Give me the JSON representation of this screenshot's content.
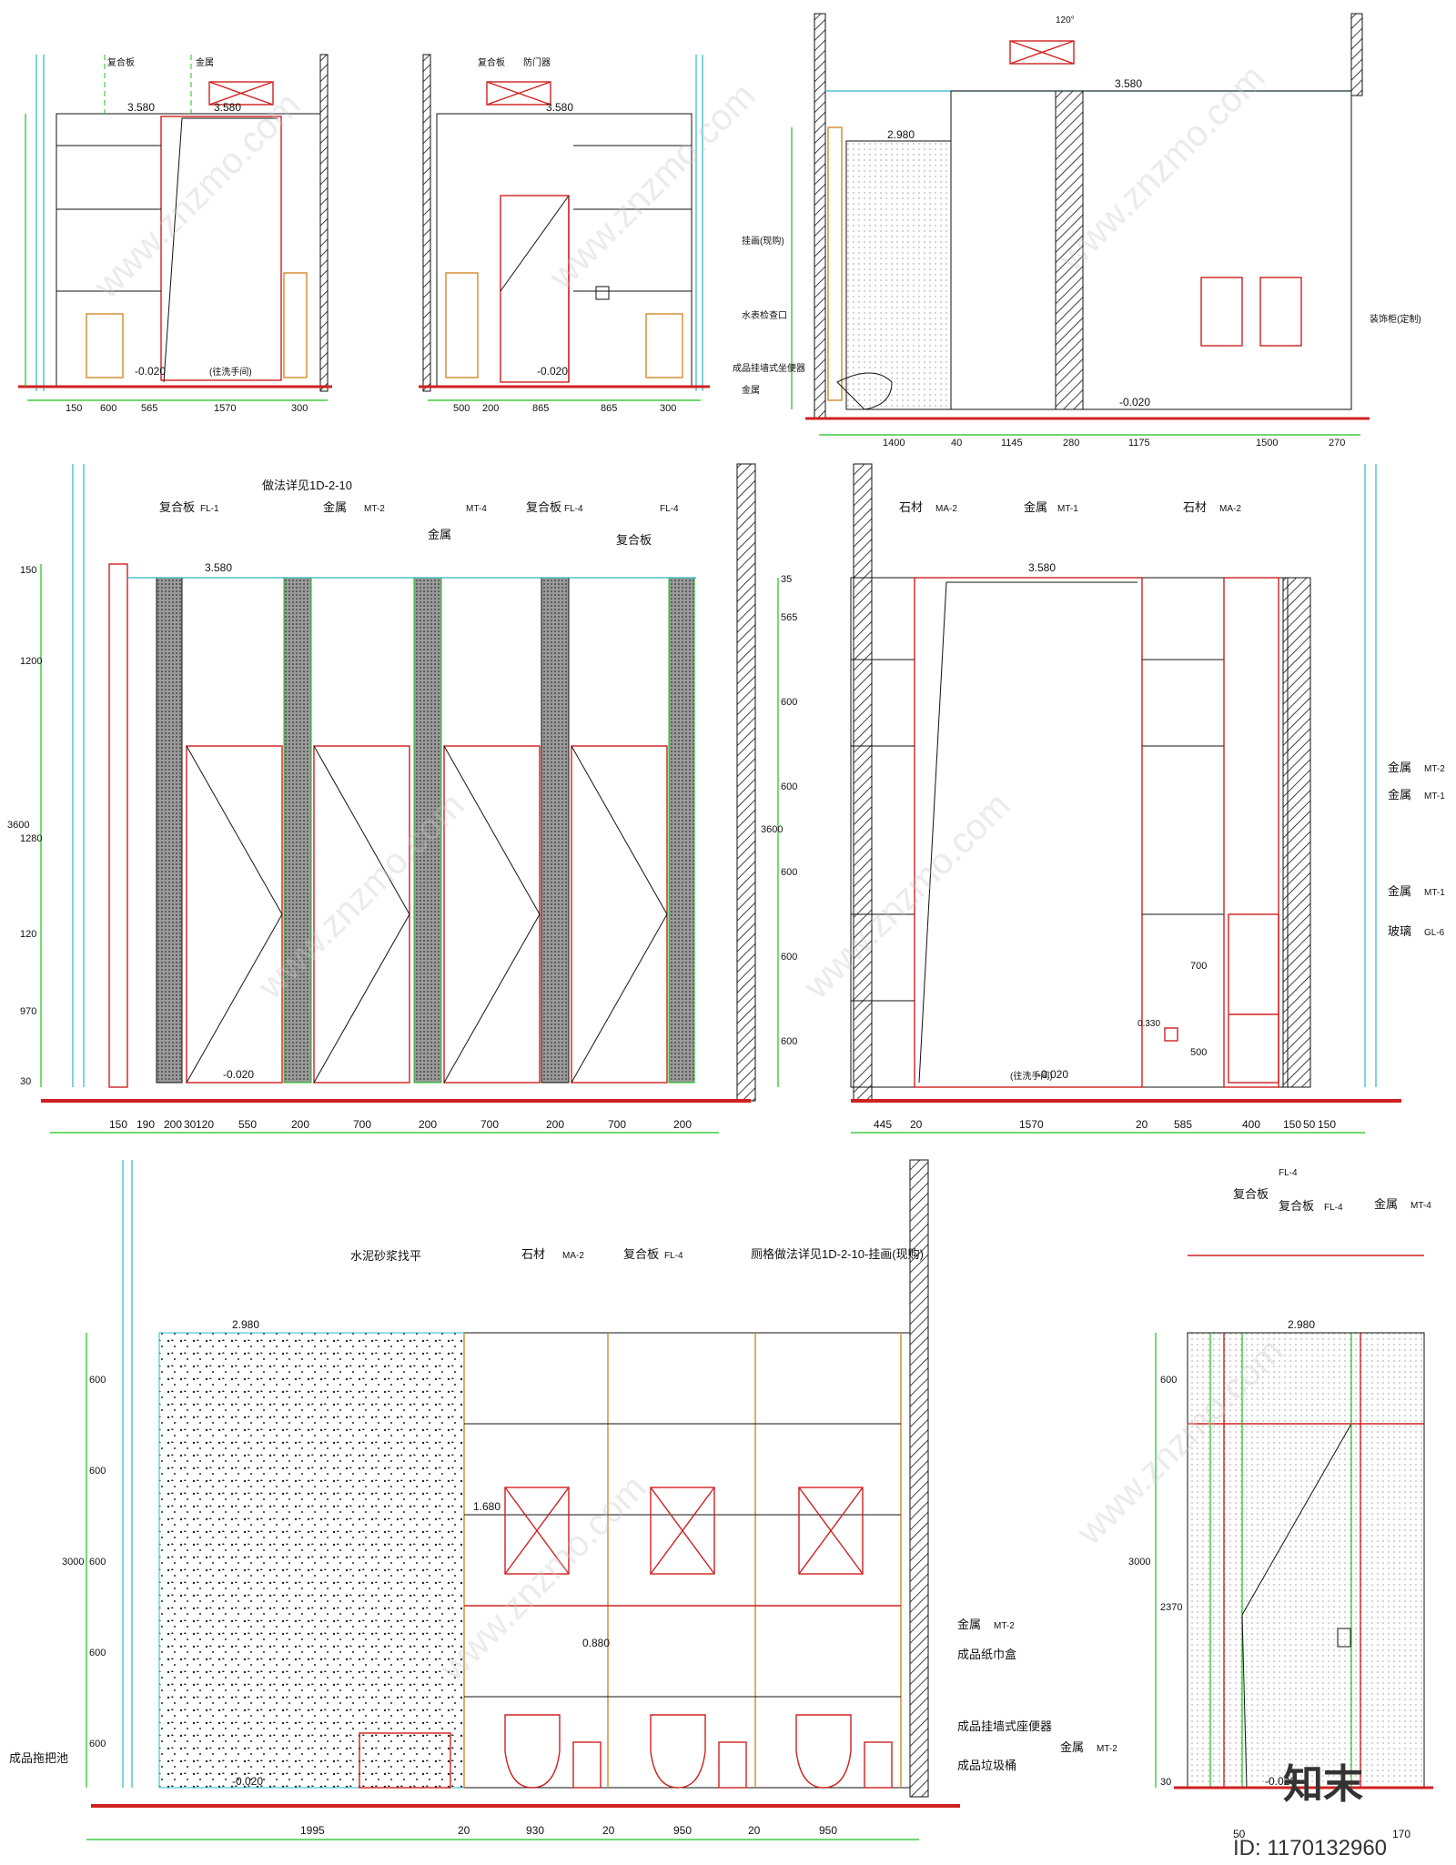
{
  "watermark": "www.znzmo.com",
  "brand": "知末",
  "image_id": "ID: 1170132960",
  "p1": {
    "level": "3.580",
    "level2": "3.580",
    "floor": "-0.020",
    "note": "(往洗手间)",
    "tag1": "复合板",
    "tag2": "金属",
    "dims_h": [
      "150",
      "600",
      "565",
      "1570",
      "300"
    ]
  },
  "p2": {
    "level": "3.580",
    "floor": "-0.020",
    "dims_h": [
      "500",
      "200",
      "865",
      "865",
      "300"
    ],
    "tag1": "复合板",
    "tag2": "防门器"
  },
  "p3": {
    "level": "3.580",
    "level2": "2.980",
    "floor": "-0.020",
    "angle": "120°",
    "dims_h": [
      "1400",
      "40",
      "1145",
      "280",
      "1175",
      "1500",
      "270"
    ],
    "labels": [
      "挂画(现购)",
      "水表检查口",
      "成品挂墙式坐便器",
      "金属"
    ],
    "right_label": "装饰柜(定制)"
  },
  "p4": {
    "level": "3.580",
    "floor": "-0.020",
    "tags": [
      {
        "t": "复合板",
        "c": "FL-1"
      },
      {
        "t": "金属",
        "c": "MT-2"
      },
      {
        "t": "",
        "c": "MT-4"
      },
      {
        "t": "复合板",
        "c": "FL-4"
      },
      {
        "t": "",
        "c": "FL-4"
      }
    ],
    "note_top": "做法详见1D-2-10",
    "note2": "金属",
    "note3": "复合板",
    "dims_v": [
      "150",
      "1200",
      "1280",
      "120",
      "970",
      "30"
    ],
    "total_v": "3600",
    "dims_h": [
      "150",
      "190",
      "200",
      "30",
      "120",
      "550",
      "200",
      "700",
      "200",
      "700",
      "200",
      "700",
      "200"
    ]
  },
  "p5": {
    "level": "3.580",
    "floor": "-0.020",
    "note": "(往洗手间)",
    "tags": [
      {
        "t": "石材",
        "c": "MA-2"
      },
      {
        "t": "金属",
        "c": "MT-1"
      },
      {
        "t": "石材",
        "c": "MA-2"
      }
    ],
    "right_tags": [
      {
        "t": "金属",
        "c": "MT-2"
      },
      {
        "t": "金属",
        "c": "MT-1"
      },
      {
        "t": "金属",
        "c": "MT-1"
      },
      {
        "t": "玻璃",
        "c": "GL-6"
      }
    ],
    "dims_v": [
      "35",
      "565",
      "600",
      "600",
      "600",
      "600",
      "600"
    ],
    "total_v": "3600",
    "dims_v2": [
      "700",
      "500"
    ],
    "small_level": "0.330",
    "dims_h": [
      "445",
      "20",
      "1570",
      "20",
      "585",
      "400",
      "150",
      "50",
      "150"
    ]
  },
  "p6": {
    "level": "2.980",
    "level2": "1.680",
    "level3": "0.880",
    "floor": "-0.020",
    "note_cement": "水泥砂浆找平",
    "tags": [
      {
        "t": "石材",
        "c": "MA-2"
      },
      {
        "t": "复合板",
        "c": "FL-4"
      },
      {
        "t": "厕格做法详见1D-2-10-挂画(现购)",
        "c": ""
      }
    ],
    "right_tags": [
      {
        "t": "金属",
        "c": "MT-2"
      },
      {
        "t": "成品纸巾盒",
        "c": ""
      },
      {
        "t": "成品挂墙式座便器",
        "c": ""
      },
      {
        "t": "成品垃圾桶",
        "c": ""
      }
    ],
    "left_tag": "成品拖把池",
    "dims_v": [
      "600",
      "600",
      "600",
      "600",
      "600"
    ],
    "total_v": "3000",
    "dims_h": [
      "1995",
      "20",
      "930",
      "20",
      "950",
      "20",
      "950"
    ]
  },
  "p7": {
    "level": "2.980",
    "floor": "-0.020",
    "tags": [
      {
        "t": "复合板",
        "c": "FL-4"
      },
      {
        "t": "复合板",
        "c": "FL-4"
      },
      {
        "t": "金属",
        "c": "MT-4"
      }
    ],
    "bottom_tag": {
      "t": "金属",
      "c": "MT-2"
    },
    "dims_v": [
      "600",
      "2370",
      "30"
    ],
    "total_v": "3000",
    "dims_h": [
      "50",
      "170"
    ]
  }
}
